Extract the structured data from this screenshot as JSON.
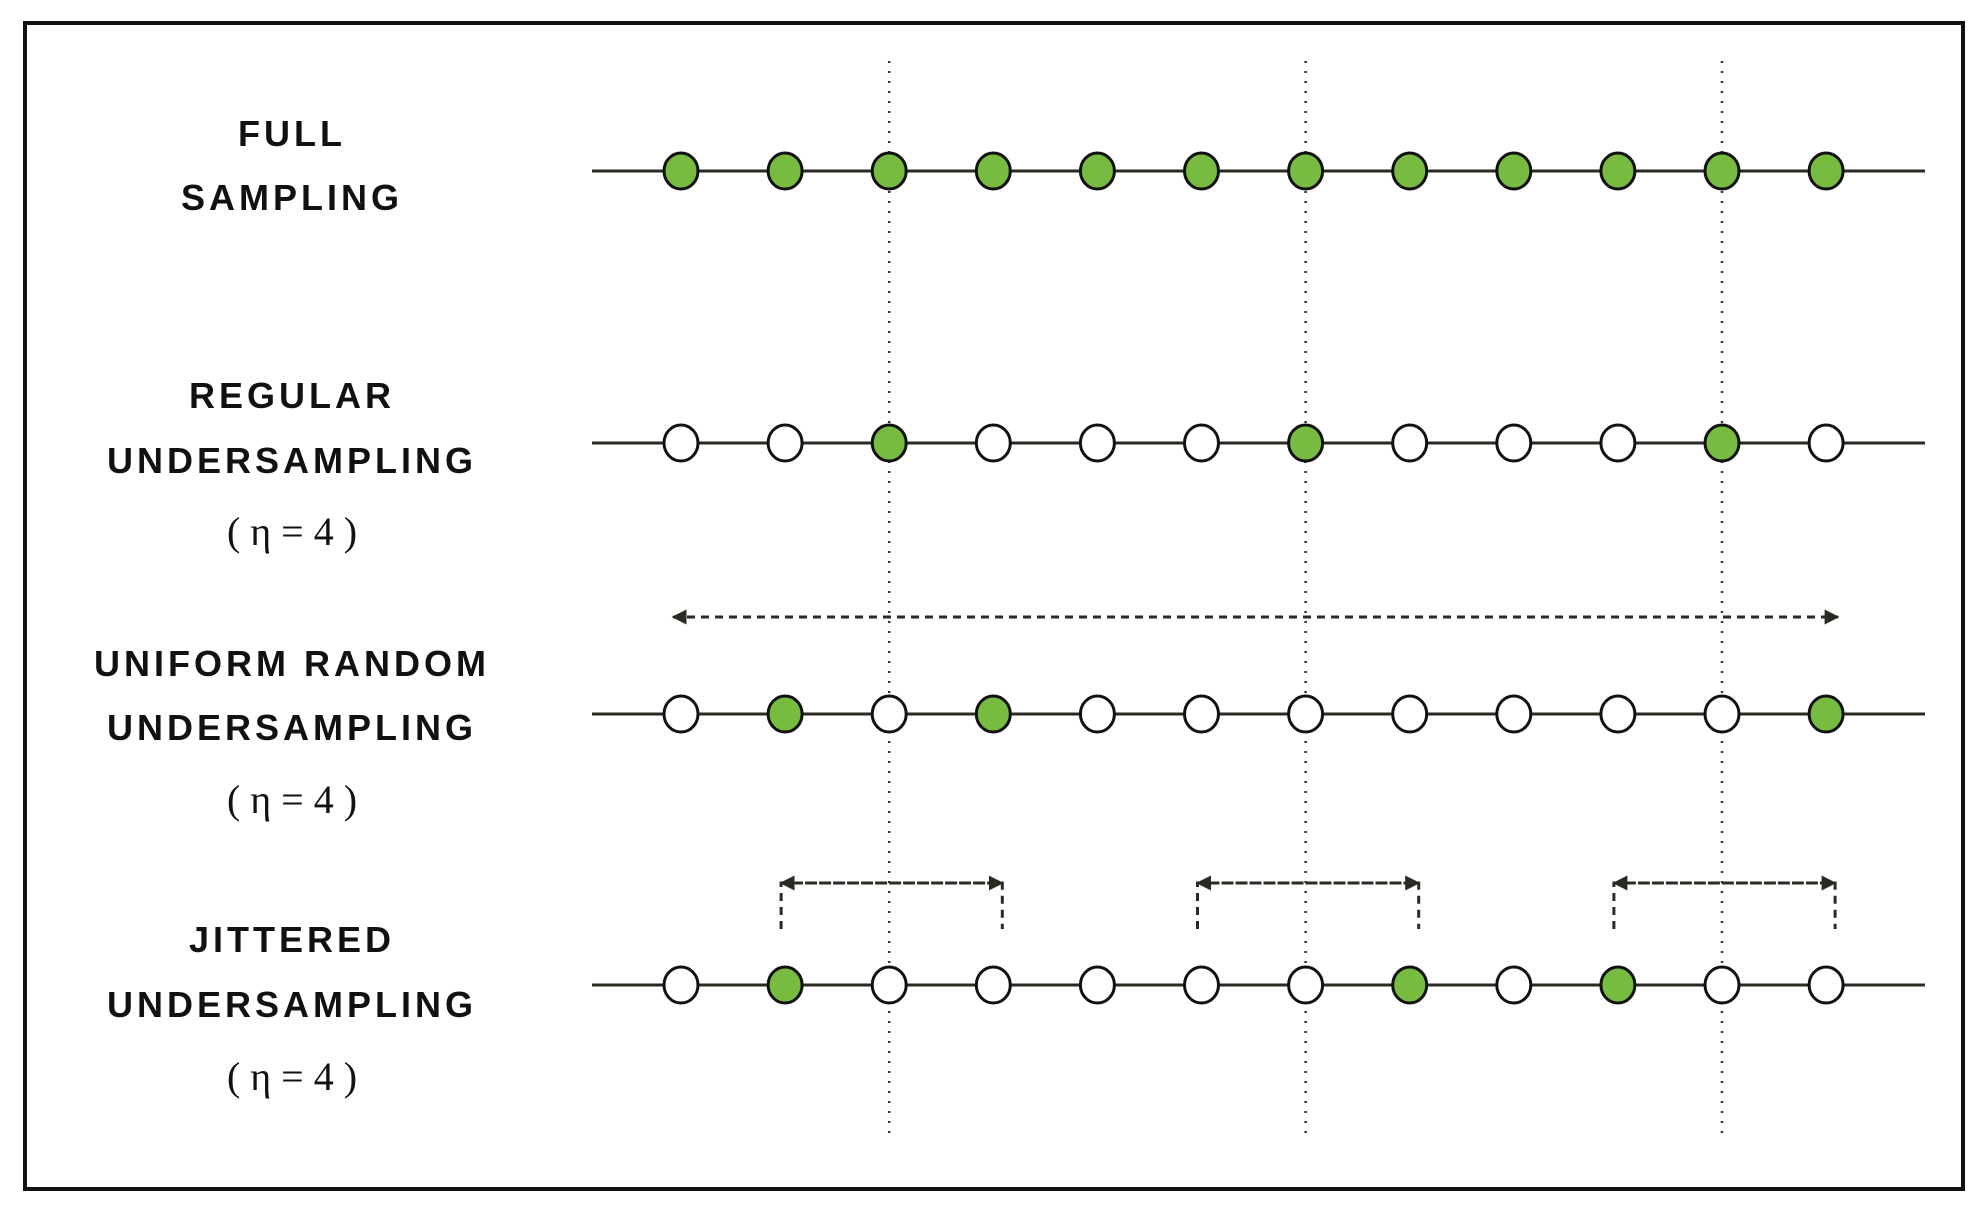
{
  "colors": {
    "filled": "#77bb41",
    "empty": "#ffffff",
    "stroke": "#111111",
    "line": "#2b2a22"
  },
  "sample_count": 12,
  "reference_indices": [
    2,
    6,
    10
  ],
  "rows": [
    {
      "id": "full",
      "label_lines": [
        "FULL",
        "SAMPLING"
      ],
      "param": null,
      "filled": [
        0,
        1,
        2,
        3,
        4,
        5,
        6,
        7,
        8,
        9,
        10,
        11
      ]
    },
    {
      "id": "regular",
      "label_lines": [
        "REGULAR",
        "UNDERSAMPLING"
      ],
      "param": "( η = 4 )",
      "filled": [
        2,
        6,
        10
      ]
    },
    {
      "id": "uniform-random",
      "label_lines": [
        "UNIFORM RANDOM",
        "UNDERSAMPLING"
      ],
      "param": "( η = 4 )",
      "filled": [
        1,
        3,
        11
      ]
    },
    {
      "id": "jittered",
      "label_lines": [
        "JITTERED",
        "UNDERSAMPLING"
      ],
      "param": "( η = 4 )",
      "filled": [
        1,
        7,
        9
      ]
    }
  ]
}
